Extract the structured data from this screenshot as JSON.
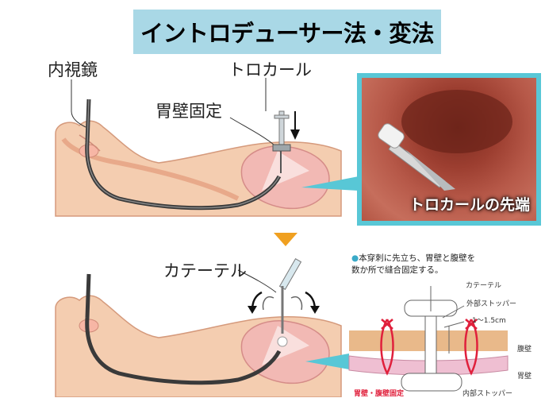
{
  "title": "イントロデューサー法・変法",
  "labels": {
    "endoscope": "内視鏡",
    "trocar": "トロカール",
    "gastric_fixation": "胃壁固定",
    "catheter": "カテーテル"
  },
  "photo": {
    "caption": "トロカールの先端"
  },
  "detail": {
    "note_line1": "本穿刺に先立ち、胃壁と腹壁を",
    "note_line2": "数か所で縫合固定する。",
    "catheter": "カテーテル",
    "outer_stopper": "外部ストッパー",
    "distance": "1～1.5cm",
    "abdominal_wall": "腹壁",
    "stomach_wall": "胃壁",
    "suture_fixation": "胃壁・腹壁固定",
    "inner_stopper": "内部ストッパー"
  },
  "colors": {
    "title_bg": "#a9d8e6",
    "body_skin": "#f4cdb0",
    "stomach": "#f2b9b4",
    "arrow": "#f0a020",
    "suture": "#e0203c",
    "accent": "#58c7d6"
  }
}
